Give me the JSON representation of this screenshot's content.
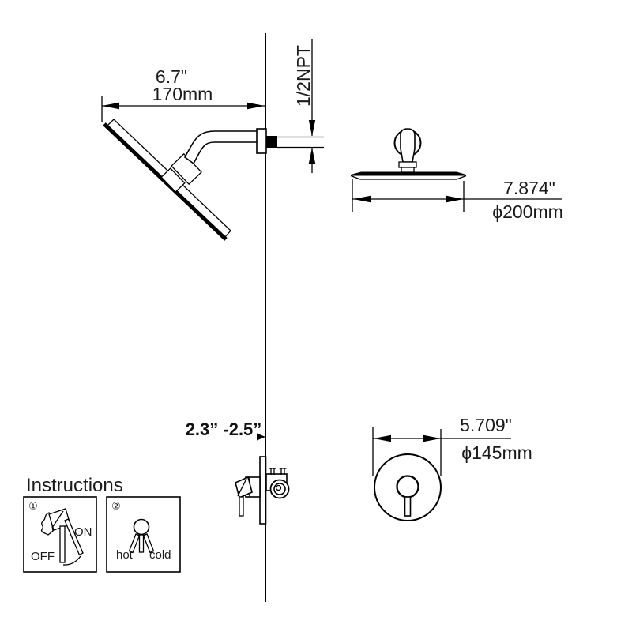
{
  "dimensions": {
    "arm_length_in": "6.7\"",
    "arm_length_mm": "170mm",
    "thread": "1/2NPT",
    "head_diameter_in": "7.874\"",
    "head_diameter_mm": "ϕ200mm",
    "valve_depth_range": "2.3” -2.5”",
    "trim_diameter_in": "5.709\"",
    "trim_diameter_mm": "ϕ145mm"
  },
  "instructions": {
    "title": "Instructions",
    "panels": [
      {
        "badge": "①",
        "off": "OFF",
        "on": "ON"
      },
      {
        "badge": "②",
        "hot": "hot",
        "cold": "cold"
      }
    ]
  },
  "colors": {
    "line": "#000000",
    "text": "#1a1a1a",
    "background": "#ffffff"
  }
}
